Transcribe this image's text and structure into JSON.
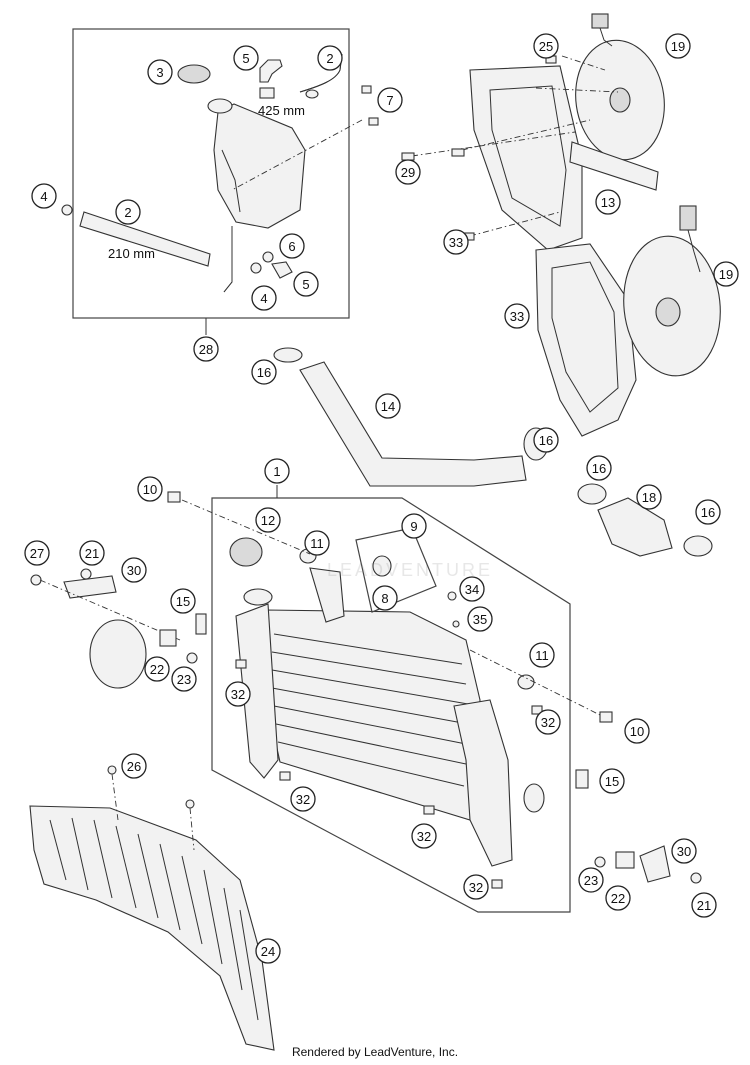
{
  "diagram": {
    "measurements": {
      "hose_long": "425 mm",
      "hose_short": "210 mm"
    },
    "callouts": [
      {
        "id": "c-3a",
        "label": "3"
      },
      {
        "id": "c-5a",
        "label": "5"
      },
      {
        "id": "c-2a",
        "label": "2"
      },
      {
        "id": "c-7",
        "label": "7"
      },
      {
        "id": "c-4a",
        "label": "4"
      },
      {
        "id": "c-2b",
        "label": "2"
      },
      {
        "id": "c-6",
        "label": "6"
      },
      {
        "id": "c-5b",
        "label": "5"
      },
      {
        "id": "c-4b",
        "label": "4"
      },
      {
        "id": "c-28",
        "label": "28"
      },
      {
        "id": "c-25",
        "label": "25"
      },
      {
        "id": "c-19a",
        "label": "19"
      },
      {
        "id": "c-29",
        "label": "29"
      },
      {
        "id": "c-13",
        "label": "13"
      },
      {
        "id": "c-33a",
        "label": "33"
      },
      {
        "id": "c-19b",
        "label": "19"
      },
      {
        "id": "c-33b",
        "label": "33"
      },
      {
        "id": "c-16a",
        "label": "16"
      },
      {
        "id": "c-14",
        "label": "14"
      },
      {
        "id": "c-16b",
        "label": "16"
      },
      {
        "id": "c-16c",
        "label": "16"
      },
      {
        "id": "c-18",
        "label": "18"
      },
      {
        "id": "c-16d",
        "label": "16"
      },
      {
        "id": "c-1",
        "label": "1"
      },
      {
        "id": "c-10a",
        "label": "10"
      },
      {
        "id": "c-12",
        "label": "12"
      },
      {
        "id": "c-11a",
        "label": "11"
      },
      {
        "id": "c-9",
        "label": "9"
      },
      {
        "id": "c-8",
        "label": "8"
      },
      {
        "id": "c-27",
        "label": "27"
      },
      {
        "id": "c-21a",
        "label": "21"
      },
      {
        "id": "c-30a",
        "label": "30"
      },
      {
        "id": "c-15a",
        "label": "15"
      },
      {
        "id": "c-22a",
        "label": "22"
      },
      {
        "id": "c-23a",
        "label": "23"
      },
      {
        "id": "c-32a",
        "label": "32"
      },
      {
        "id": "c-34",
        "label": "34"
      },
      {
        "id": "c-35",
        "label": "35"
      },
      {
        "id": "c-11b",
        "label": "11"
      },
      {
        "id": "c-32b",
        "label": "32"
      },
      {
        "id": "c-10b",
        "label": "10"
      },
      {
        "id": "c-26",
        "label": "26"
      },
      {
        "id": "c-32c",
        "label": "32"
      },
      {
        "id": "c-15b",
        "label": "15"
      },
      {
        "id": "c-32d",
        "label": "32"
      },
      {
        "id": "c-30b",
        "label": "30"
      },
      {
        "id": "c-23b",
        "label": "23"
      },
      {
        "id": "c-22b",
        "label": "22"
      },
      {
        "id": "c-21b",
        "label": "21"
      },
      {
        "id": "c-32e",
        "label": "32"
      },
      {
        "id": "c-24",
        "label": "24"
      }
    ]
  },
  "footer": "Rendered by LeadVenture, Inc.",
  "watermark": "LEADVENTURE"
}
